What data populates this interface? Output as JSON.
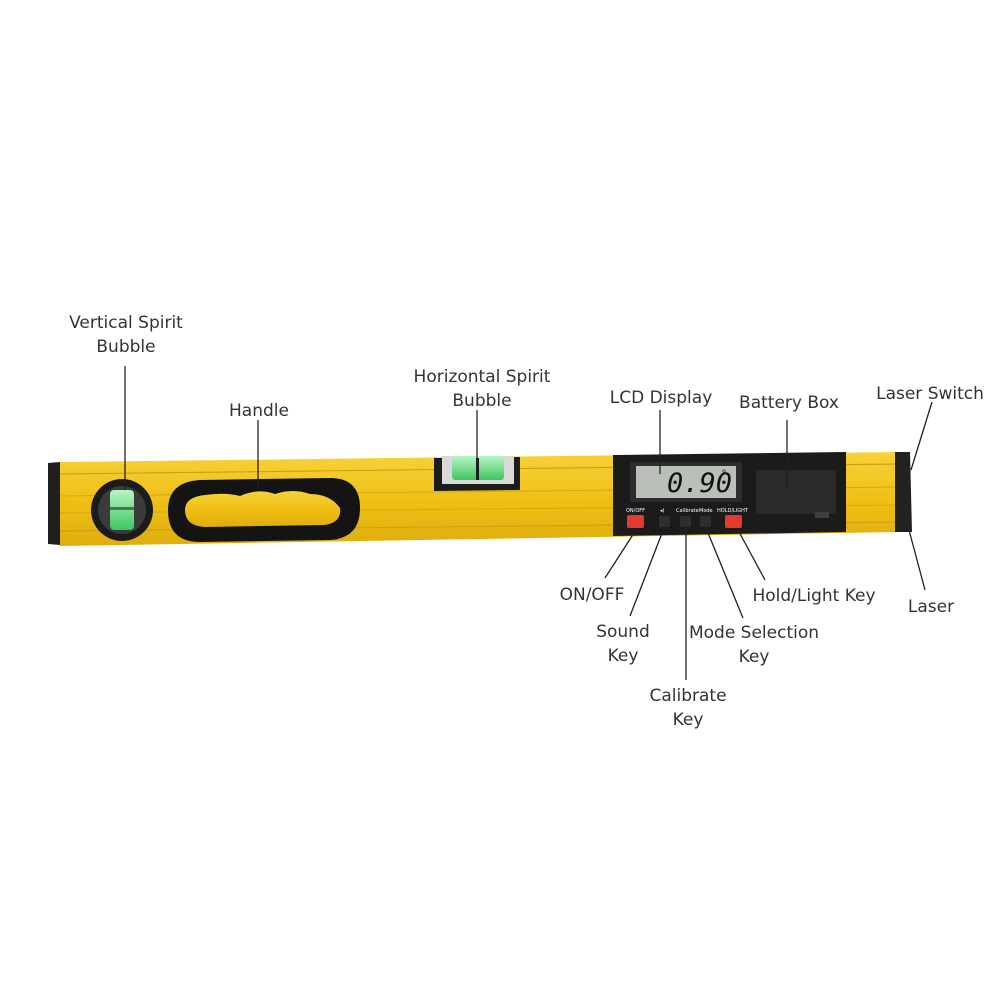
{
  "labels": {
    "vertical_bubble": [
      "Vertical Spirit",
      "Bubble"
    ],
    "handle": "Handle",
    "horizontal_bubble": [
      "Horizontal Spirit",
      "Bubble"
    ],
    "lcd_display": "LCD Display",
    "battery_box": "Battery Box",
    "laser_switch": "Laser Switch",
    "on_off": "ON/OFF",
    "sound_key": [
      "Sound",
      "Key"
    ],
    "calibrate_key": [
      "Calibrate",
      "Key"
    ],
    "mode_key": [
      "Mode Selection",
      "Key"
    ],
    "hold_light_key": "Hold/Light Key",
    "laser": "Laser"
  },
  "device": {
    "reading": "0.90",
    "degree_symbol": "°",
    "buttons": {
      "on_off": "ON/OFF",
      "sound": "◂)",
      "calibrate": "Calibrate",
      "mode": "Mode",
      "hold_light": "HOLD/LIGHT"
    }
  },
  "colors": {
    "body_yellow": "#f2c21a",
    "body_stripe": "#d9a70e",
    "panel_black": "#1b1b1b",
    "bubble_green": "#6fe08a",
    "lcd_bg": "#b9bfb9",
    "button_red": "#e23b2e"
  }
}
